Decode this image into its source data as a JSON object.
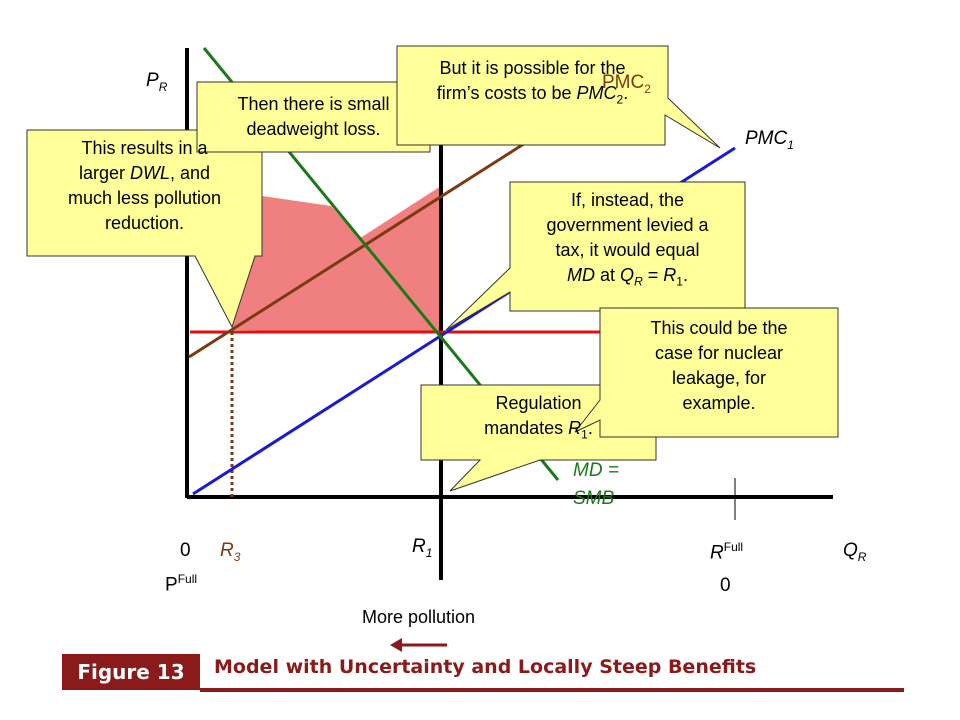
{
  "axes": {
    "y_label": "P",
    "y_label_sub": "R",
    "x_label": "Q",
    "x_label_sub": "R",
    "origin_zero": "0",
    "p_full": "P",
    "p_full_sup": "Full",
    "r_full": "R",
    "r_full_sup": "Full",
    "r_full_zero": "0",
    "r1": "R",
    "r1_sub": "1",
    "r3": "R",
    "r3_sub": "3"
  },
  "curves": {
    "pmc1": "PMC",
    "pmc1_sub": "1",
    "pmc2": "PMC",
    "pmc2_sub": "2",
    "md_line1": "MD =",
    "md_line2": "SMB"
  },
  "callouts": {
    "top": {
      "line1": "But it is possible for the",
      "line2_pre": "firm’s costs to be ",
      "line2_it": "PMC",
      "line2_sub": "2",
      "line2_post": "."
    },
    "small_dwl": {
      "line1": "Then there is small",
      "line2": "deadweight loss."
    },
    "larger_dwl": {
      "line1": "This results in a",
      "line2_pre": "larger ",
      "line2_it": "DWL",
      "line2_post": ", and",
      "line3": "much less pollution",
      "line4": "reduction."
    },
    "tax": {
      "line1": "If, instead, the",
      "line2": "government levied a",
      "line3": "tax, it would equal",
      "line4_it1": "MD",
      "line4_mid": " at ",
      "line4_it2": "Q",
      "line4_sub": "R",
      "line4_post": " = ",
      "line4_it3": "R",
      "line4_sub2": "1",
      "line4_end": "."
    },
    "regulation": {
      "line1": "Regulation",
      "line2_pre": "mandates ",
      "line2_it": "R",
      "line2_sub": "1",
      "line2_post": "."
    },
    "nuclear": {
      "line1": "This could be the",
      "line2": "case for nuclear",
      "line3": "leakage, for",
      "line4": "example."
    }
  },
  "footer": {
    "more_pollution": "More pollution",
    "figure_label": "Figure 13",
    "figure_title": "Model with Uncertainty and Locally Steep Benefits"
  },
  "colors": {
    "pmc1": "#1a1ad6",
    "pmc2": "#7a3a12",
    "md": "#1a7a1a",
    "tax_line": "#e01010",
    "dwl_fill": "#f08080",
    "callout_fill": "#ffff99",
    "accent": "#8b1a1a"
  }
}
